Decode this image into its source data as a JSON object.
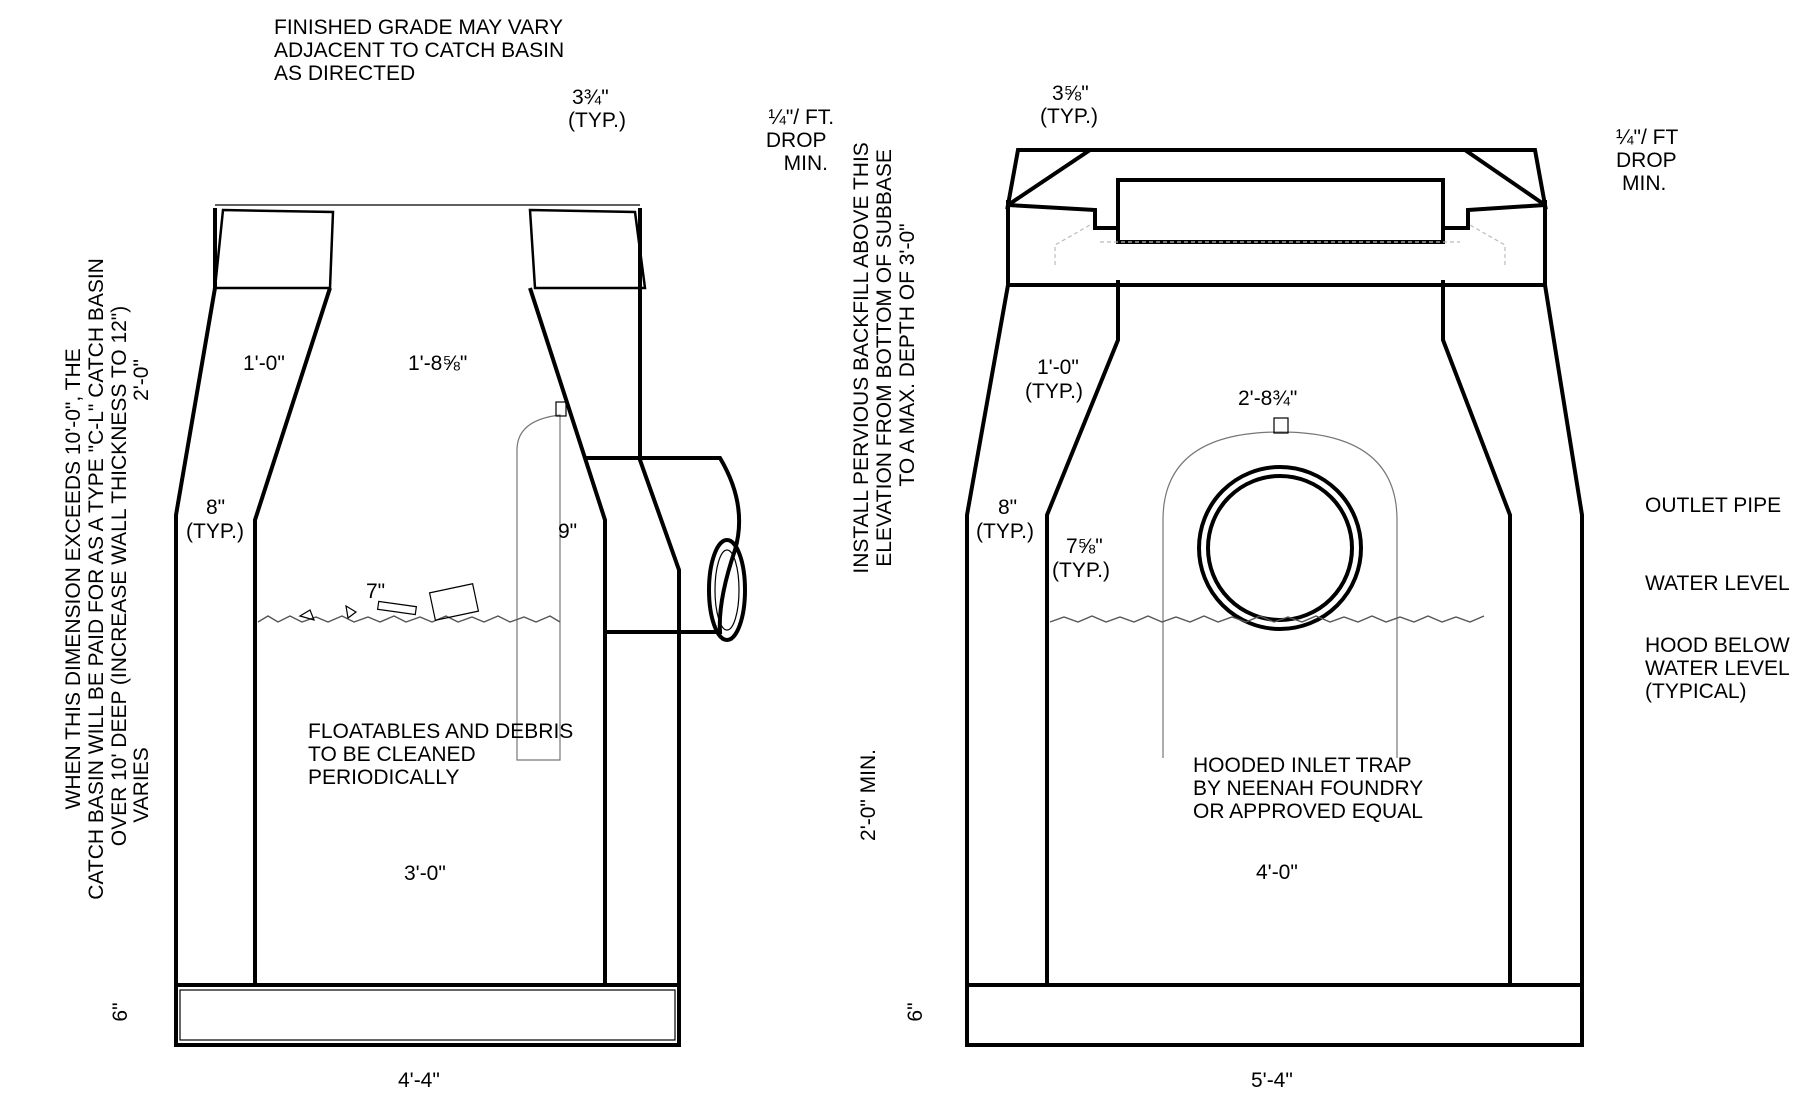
{
  "left_section": {
    "grade_note": [
      "FINISHED GRADE MAY VARY",
      "ADJACENT TO CATCH BASIN",
      "AS DIRECTED"
    ],
    "casting_dim": [
      "3¾\"",
      "(TYP.)"
    ],
    "drop_note": [
      "¼\"/ FT.",
      "DROP",
      "MIN."
    ],
    "deep_note": [
      "WHEN THIS DIMENSION EXCEEDS 10'-0\", THE",
      "CATCH BASIN WILL BE PAID FOR AS A TYPE \"C-L\" CATCH BASIN",
      "OVER 10' DEEP (INCREASE WALL THICKNESS TO 12\")"
    ],
    "varies": "VARIES",
    "top_height": "2'-0\"",
    "wall_top": "1'-0\"",
    "opening": "1'-8⅝\"",
    "wall_8": [
      "8\"",
      "(TYP.)"
    ],
    "hood_gap": "9\"",
    "hood_drop": "7\"",
    "debris_note": [
      "FLOATABLES AND DEBRIS",
      "TO BE CLEANED",
      "PERIODICALLY"
    ],
    "inside_width": "3'-0\"",
    "base_thk": "6\"",
    "outside_width": "4'-4\""
  },
  "backfill_note": [
    "INSTALL PERVIOUS BACKFILL ABOVE THIS",
    "ELEVATION FROM BOTTOM OF SUBBASE",
    "TO A MAX. DEPTH OF 3'-0\""
  ],
  "min_depth": "2'-0\" MIN.",
  "right_section": {
    "casting_dim": [
      "3⅝\"",
      "(TYP.)"
    ],
    "drop_note": [
      "¼\"/ FT",
      "DROP",
      "MIN."
    ],
    "wall_top": [
      "1'-0\"",
      "(TYP.)"
    ],
    "hood_width": "2'-8¾\"",
    "wall_8": [
      "8\"",
      "(TYP.)"
    ],
    "wall_758": [
      "7⅝\"",
      "(TYP.)"
    ],
    "trap_note": [
      "HOODED INLET TRAP",
      "BY NEENAH FOUNDRY",
      "OR APPROVED EQUAL"
    ],
    "inside_width": "4'-0\"",
    "base_thk": "6\"",
    "outside_width": "5'-4\""
  },
  "callouts": {
    "outlet_pipe": "OUTLET PIPE",
    "water_level": "WATER LEVEL",
    "hood_below": [
      "HOOD BELOW",
      "WATER LEVEL",
      "(TYPICAL)"
    ]
  }
}
